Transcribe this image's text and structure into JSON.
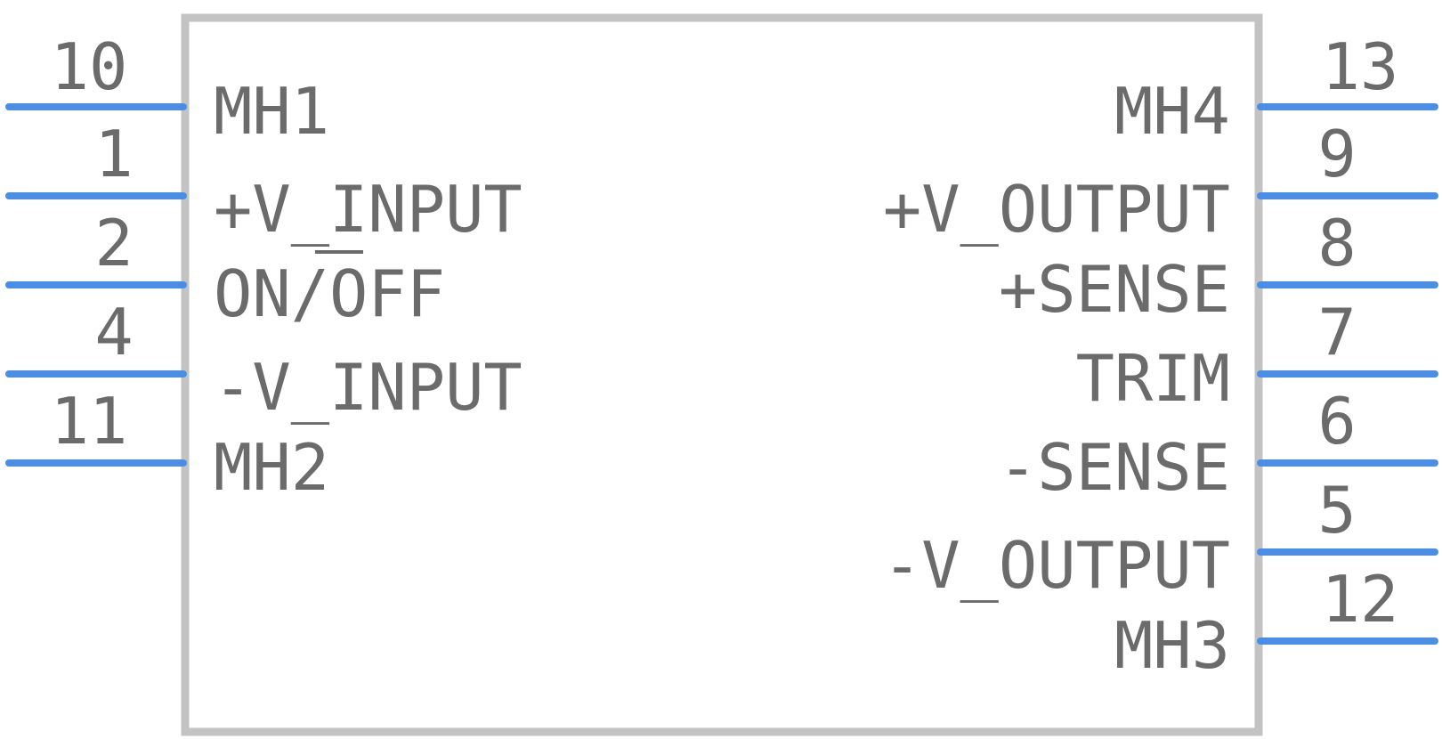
{
  "colors": {
    "pin": "#4a8ee8",
    "outline": "#c3c3c3",
    "text": "#6b6b6b"
  },
  "left_pins": [
    {
      "num": "10",
      "label": "MH1"
    },
    {
      "num": "1",
      "label": "+V_INPUT"
    },
    {
      "num": "2",
      "label": "ON/OFF",
      "overbar": "ON"
    },
    {
      "num": "4",
      "label": "-V_INPUT"
    },
    {
      "num": "11",
      "label": "MH2"
    }
  ],
  "right_pins": [
    {
      "num": "13",
      "label": "MH4"
    },
    {
      "num": "9",
      "label": "+V_OUTPUT"
    },
    {
      "num": "8",
      "label": "+SENSE"
    },
    {
      "num": "7",
      "label": "TRIM"
    },
    {
      "num": "6",
      "label": "-SENSE"
    },
    {
      "num": "5",
      "label": "-V_OUTPUT"
    },
    {
      "num": "12",
      "label": "MH3"
    }
  ]
}
